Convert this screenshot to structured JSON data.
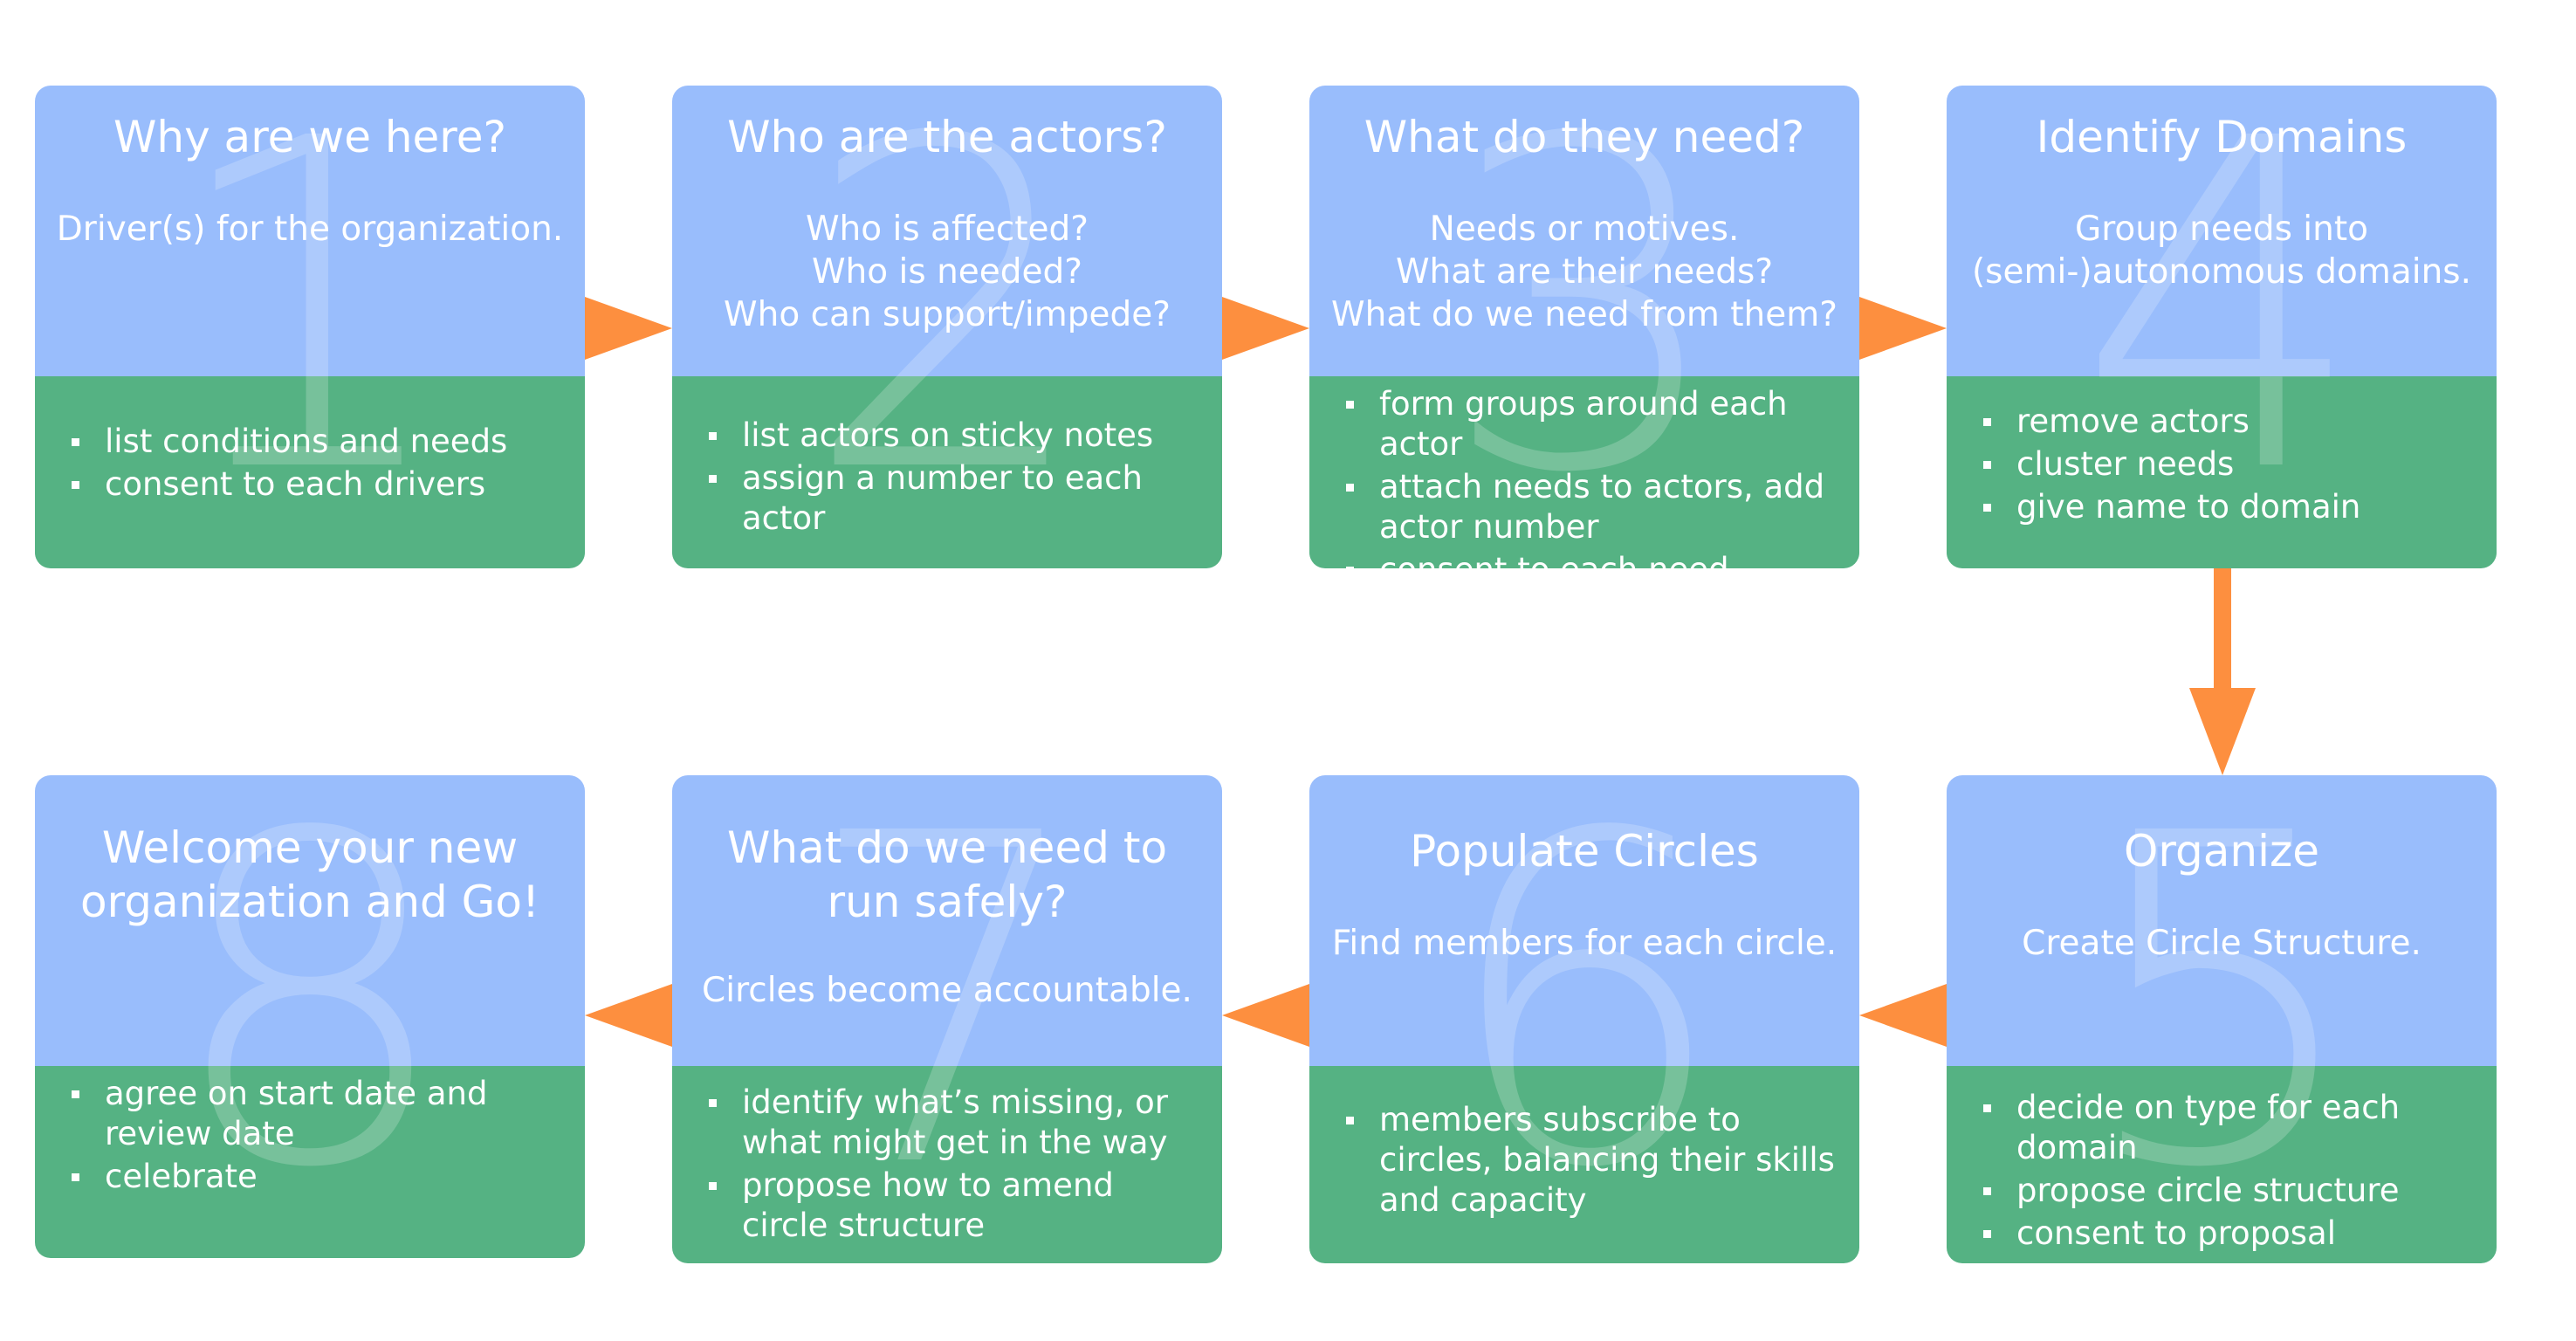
{
  "steps": [
    {
      "number": "1",
      "title": "Why are we here?",
      "subtitle": [
        "Driver(s) for the organization."
      ],
      "bullets": [
        "list conditions and needs",
        "consent to each drivers"
      ]
    },
    {
      "number": "2",
      "title": "Who are the actors?",
      "subtitle": [
        "Who is affected?",
        "Who is needed?",
        "Who can support/impede?"
      ],
      "bullets": [
        "list actors on sticky notes",
        "assign a number to each actor"
      ]
    },
    {
      "number": "3",
      "title": "What do they need?",
      "subtitle": [
        "Needs or motives.",
        "What are their needs?",
        "What do we need from them?"
      ],
      "bullets": [
        "form groups around each actor",
        "attach needs to actors, add actor number",
        "consent to each need"
      ]
    },
    {
      "number": "4",
      "title": "Identify Domains",
      "subtitle": [
        "Group needs into",
        "(semi-)autonomous domains."
      ],
      "bullets": [
        "remove actors",
        "cluster needs",
        "give name to domain"
      ]
    },
    {
      "number": "5",
      "title": "Organize",
      "subtitle": [
        "Create Circle Structure."
      ],
      "bullets": [
        "decide on type for each domain",
        "propose circle structure",
        "consent to proposal"
      ]
    },
    {
      "number": "6",
      "title": "Populate Circles",
      "subtitle": [
        "Find members for each circle."
      ],
      "bullets": [
        "members subscribe to circles, balancing their skills and capacity"
      ]
    },
    {
      "number": "7",
      "title": "What do we need to run safely?",
      "subtitle": [
        "Circles become accountable."
      ],
      "bullets": [
        "identify what’s missing, or what might get in the way",
        "propose how to amend circle structure"
      ]
    },
    {
      "number": "8",
      "title": "Welcome your new organization and Go!",
      "subtitle": [],
      "bullets": [
        "agree on start date and review date",
        "celebrate"
      ]
    }
  ],
  "colors": {
    "blue": "#99bdfc",
    "green": "#55b283",
    "arrow": "#fd8f3f"
  }
}
